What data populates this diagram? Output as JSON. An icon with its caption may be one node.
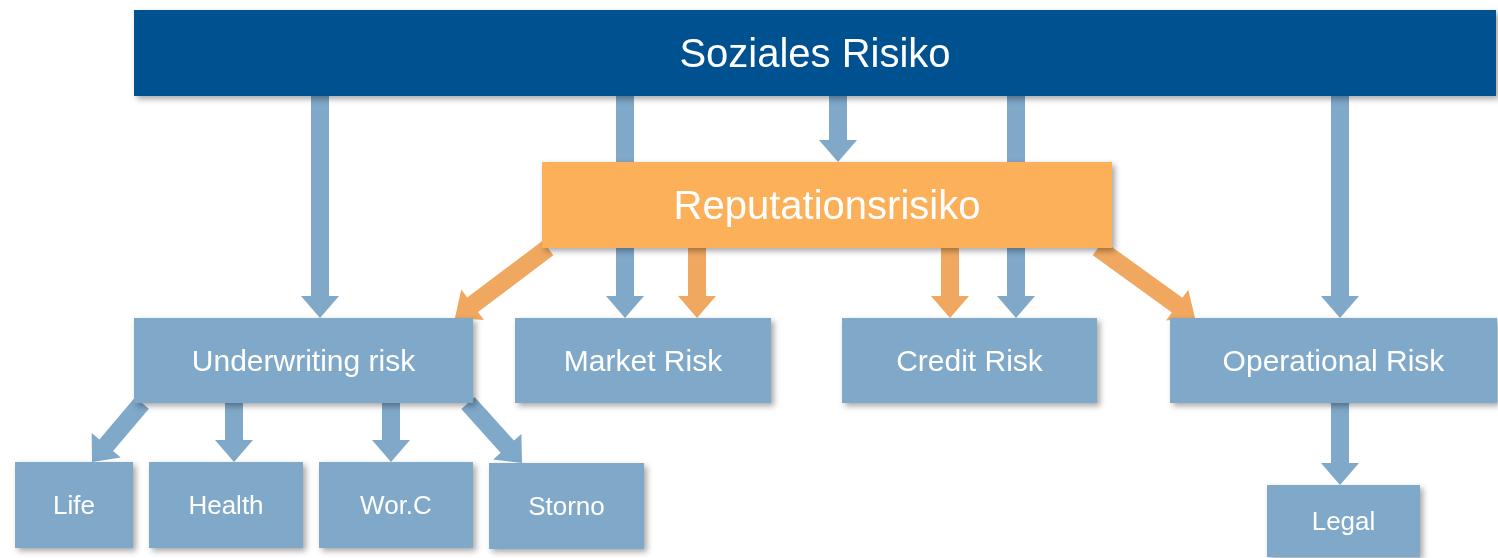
{
  "diagram": {
    "nodes": [
      {
        "text": [
          "Soziales Risiko"
        ]
      },
      {
        "text": [
          "Reputationsrisiko"
        ]
      },
      {
        "text": [
          "Underwriting risk"
        ]
      },
      {
        "text": [
          "Market Risk"
        ]
      },
      {
        "text": [
          "Credit Risk"
        ]
      },
      {
        "text": [
          "Operational Risk"
        ]
      },
      {
        "text": [
          "Life"
        ]
      },
      {
        "text": [
          "Health"
        ]
      },
      {
        "text": [
          "Wor.C"
        ]
      },
      {
        "text": [
          "Storno"
        ]
      },
      {
        "text": [
          "Legal"
        ]
      }
    ],
    "edges": [
      {
        "from": 0,
        "to": 2,
        "arrow": "to",
        "style": "thick"
      },
      {
        "from": 0,
        "to": 3,
        "arrow": "to",
        "style": "thick"
      },
      {
        "from": 0,
        "to": 1,
        "arrow": "to",
        "style": "thick"
      },
      {
        "from": 0,
        "to": 4,
        "arrow": "to",
        "style": "thick"
      },
      {
        "from": 0,
        "to": 5,
        "arrow": "to",
        "style": "thick"
      },
      {
        "from": 1,
        "to": 2,
        "arrow": "to",
        "style": "thick",
        "color": "#f0a860"
      },
      {
        "from": 1,
        "to": 3,
        "arrow": "to",
        "style": "thick",
        "color": "#f0a860"
      },
      {
        "from": 1,
        "to": 4,
        "arrow": "to",
        "style": "thick",
        "color": "#f0a860"
      },
      {
        "from": 1,
        "to": 5,
        "arrow": "to",
        "style": "thick",
        "color": "#f0a860"
      },
      {
        "from": 2,
        "to": 6,
        "arrow": "to",
        "style": "thick"
      },
      {
        "from": 2,
        "to": 7,
        "arrow": "to",
        "style": "thick"
      },
      {
        "from": 2,
        "to": 8,
        "arrow": "to",
        "style": "thick"
      },
      {
        "from": 2,
        "to": 9,
        "arrow": "to",
        "style": "thick"
      },
      {
        "from": 5,
        "to": 10,
        "arrow": "to",
        "style": "thick"
      }
    ]
  }
}
